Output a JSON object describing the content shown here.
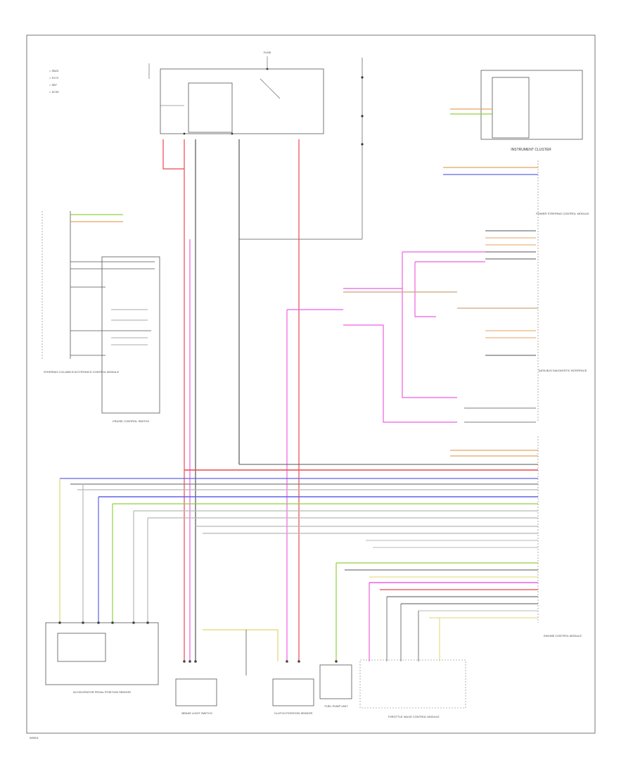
{
  "diagram": {
    "page_ref": "W0001",
    "components": {
      "instrument_cluster": "INSTRUMENT CLUSTER",
      "power_steering_module": "POWER STEERING CONTROL MODULE",
      "fuel_pump_unit": "FUEL PUMP UNIT",
      "cruise_control_switch": "CRUISE CONTROL SWITCH",
      "brake_light_switch": "BRAKE LIGHT SWITCH",
      "clutch_position_sensor": "CLUTCH POSITION SENSOR",
      "engine_control_module": "ENGINE CONTROL MODULE",
      "accelerator_pedal": "ACCELERATOR PEDAL POSITION SENSOR",
      "throttle_valve": "THROTTLE VALVE CONTROL MODULE",
      "steering_column_module": "STEERING COLUMN ELECTRONICS CONTROL MODULE",
      "gateway": "DATA BUS DIAGNOSTIC INTERFACE",
      "fuse": "FUSE"
    },
    "legend": [
      "= SB23",
      "= S173",
      "= SB7",
      "= SC39"
    ]
  },
  "colors": {
    "red": "#e8484f",
    "pink": "#e15fd0",
    "magenta": "#ee5fe0",
    "green": "#8fd13f",
    "blue": "#5f64e6",
    "orange": "#e8a261",
    "gray": "#7f7f7f",
    "yellow": "#e1d56f",
    "tan": "#c8a87a",
    "lightgray": "#b8b8b8"
  }
}
